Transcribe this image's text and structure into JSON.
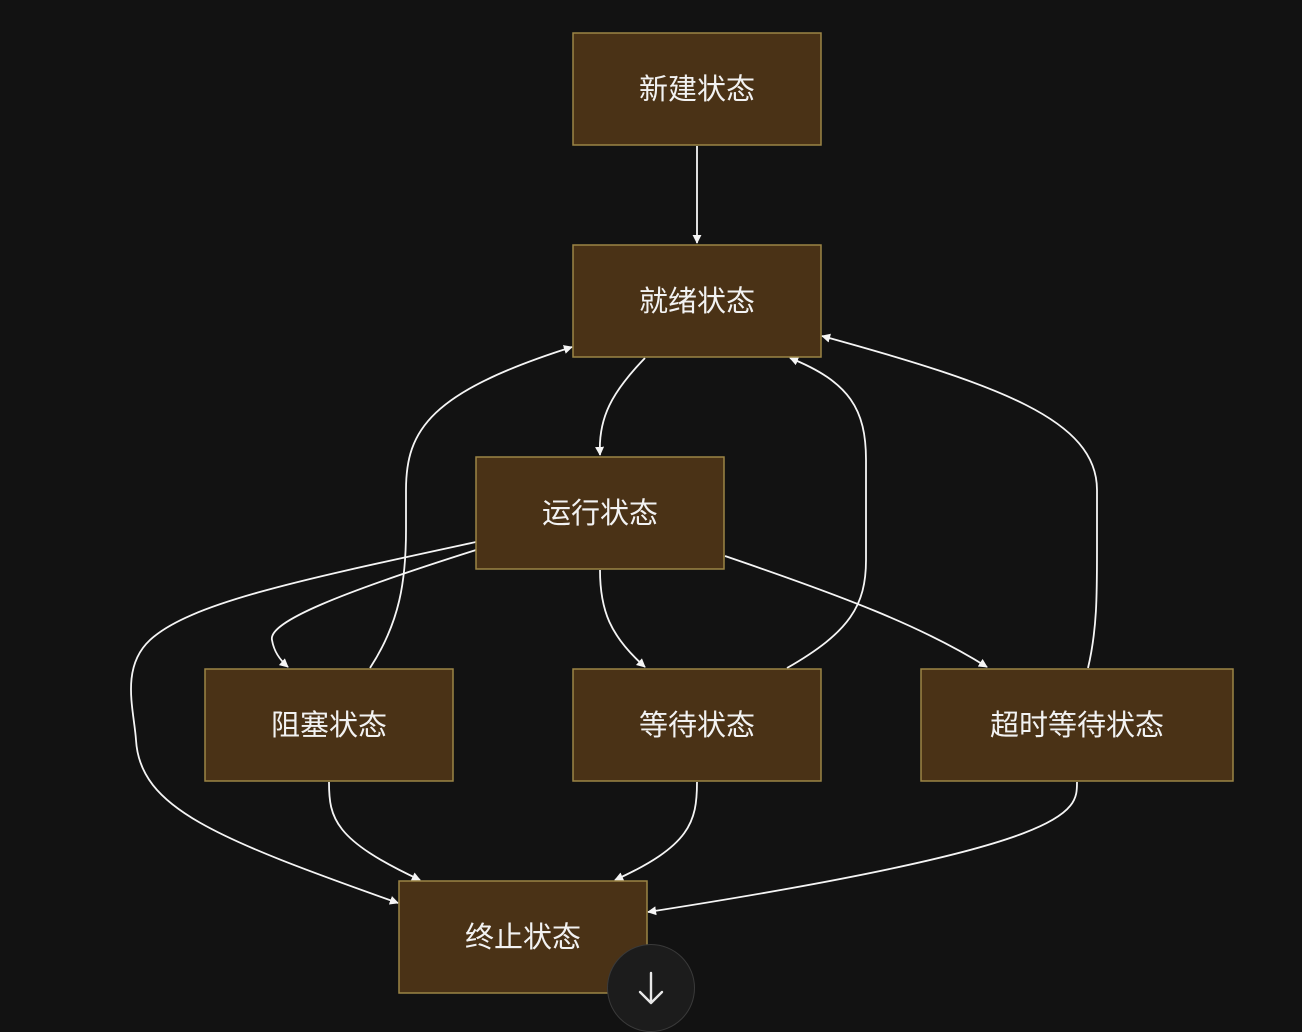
{
  "diagram": {
    "type": "flowchart",
    "node_fill": "#4a3216",
    "node_stroke": "#9b8445",
    "edge_color": "#f5f5f5",
    "background": "#121212",
    "nodes": [
      {
        "id": "new",
        "label": "新建状态"
      },
      {
        "id": "ready",
        "label": "就绪状态"
      },
      {
        "id": "running",
        "label": "运行状态"
      },
      {
        "id": "blocked",
        "label": "阻塞状态"
      },
      {
        "id": "waiting",
        "label": "等待状态"
      },
      {
        "id": "timed_waiting",
        "label": "超时等待状态"
      },
      {
        "id": "terminated",
        "label": "终止状态"
      }
    ],
    "edges": [
      {
        "from": "new",
        "to": "ready"
      },
      {
        "from": "ready",
        "to": "running"
      },
      {
        "from": "running",
        "to": "blocked"
      },
      {
        "from": "running",
        "to": "waiting"
      },
      {
        "from": "running",
        "to": "timed_waiting"
      },
      {
        "from": "running",
        "to": "terminated"
      },
      {
        "from": "blocked",
        "to": "ready"
      },
      {
        "from": "waiting",
        "to": "ready"
      },
      {
        "from": "timed_waiting",
        "to": "ready"
      },
      {
        "from": "blocked",
        "to": "terminated"
      },
      {
        "from": "waiting",
        "to": "terminated"
      },
      {
        "from": "timed_waiting",
        "to": "terminated"
      }
    ]
  },
  "scroll_button": {
    "icon": "arrow-down-icon"
  }
}
